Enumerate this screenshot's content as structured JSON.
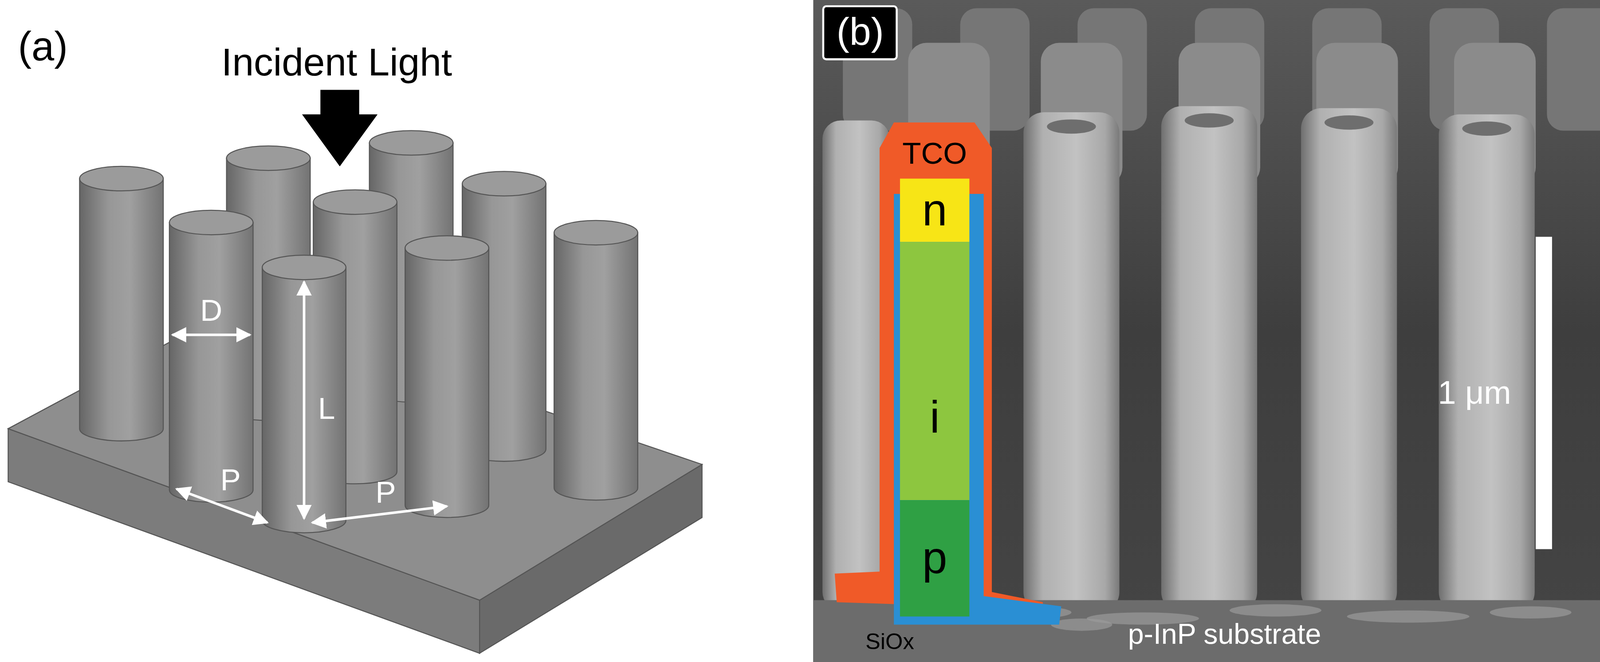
{
  "diagram": {
    "nodes": [
      {
        "text": [
          "TCO"
        ]
      },
      {
        "text": [
          "n"
        ],
        "in": 0
      },
      {
        "text": [
          "i"
        ],
        "in": 0
      },
      {
        "text": [
          "p"
        ],
        "in": 0
      }
    ],
    "labels": [
      "(a)",
      "Incident Light",
      "D",
      "L",
      "P",
      "P",
      "(b)",
      "SiOx",
      "p-InP substrate",
      "1 μm"
    ]
  }
}
